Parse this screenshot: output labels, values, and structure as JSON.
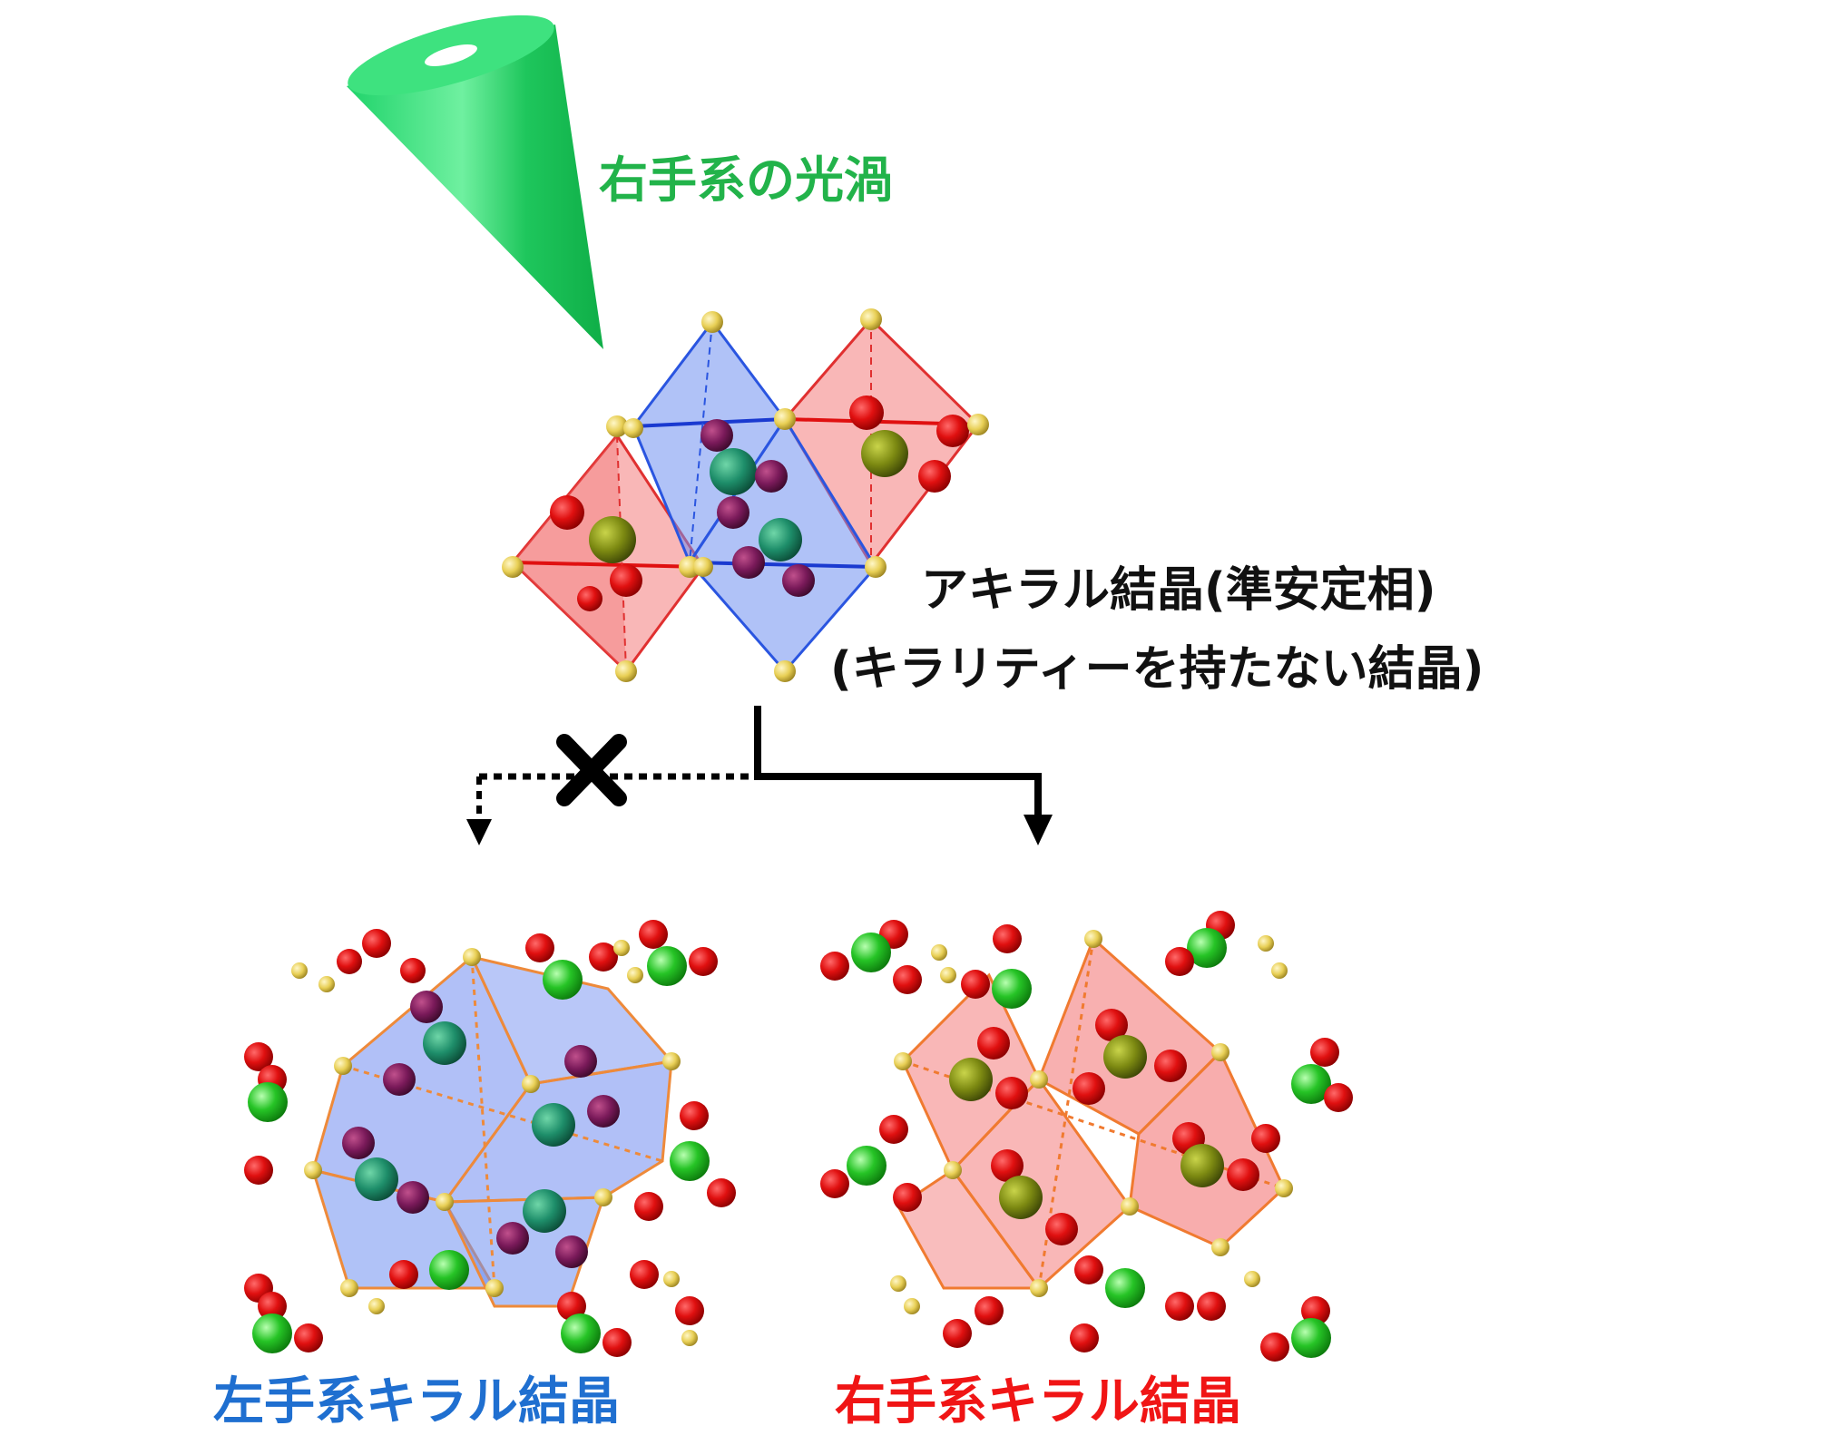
{
  "labels": {
    "vortex": "右手系の光渦",
    "achiral_line1": "アキラル結晶(準安定相)",
    "achiral_line2": "(キラリティーを持たない結晶)",
    "left_crystal": "左手系キラル結晶",
    "right_crystal": "右手系キラル結晶"
  },
  "colors": {
    "vortex_green": "#22b34a",
    "left_blue": "#1f6fd0",
    "right_red": "#f01515",
    "octahedron_blue": "#6f8ff0",
    "octahedron_red": "#f47c7c",
    "atom_red": "#e01010",
    "atom_green": "#22bb22",
    "atom_yellow": "#e8cf55",
    "atom_purple": "#7a1a5a"
  },
  "icons": {
    "blocked_path": "x-mark-icon",
    "arrow": "down-arrow-icon"
  }
}
